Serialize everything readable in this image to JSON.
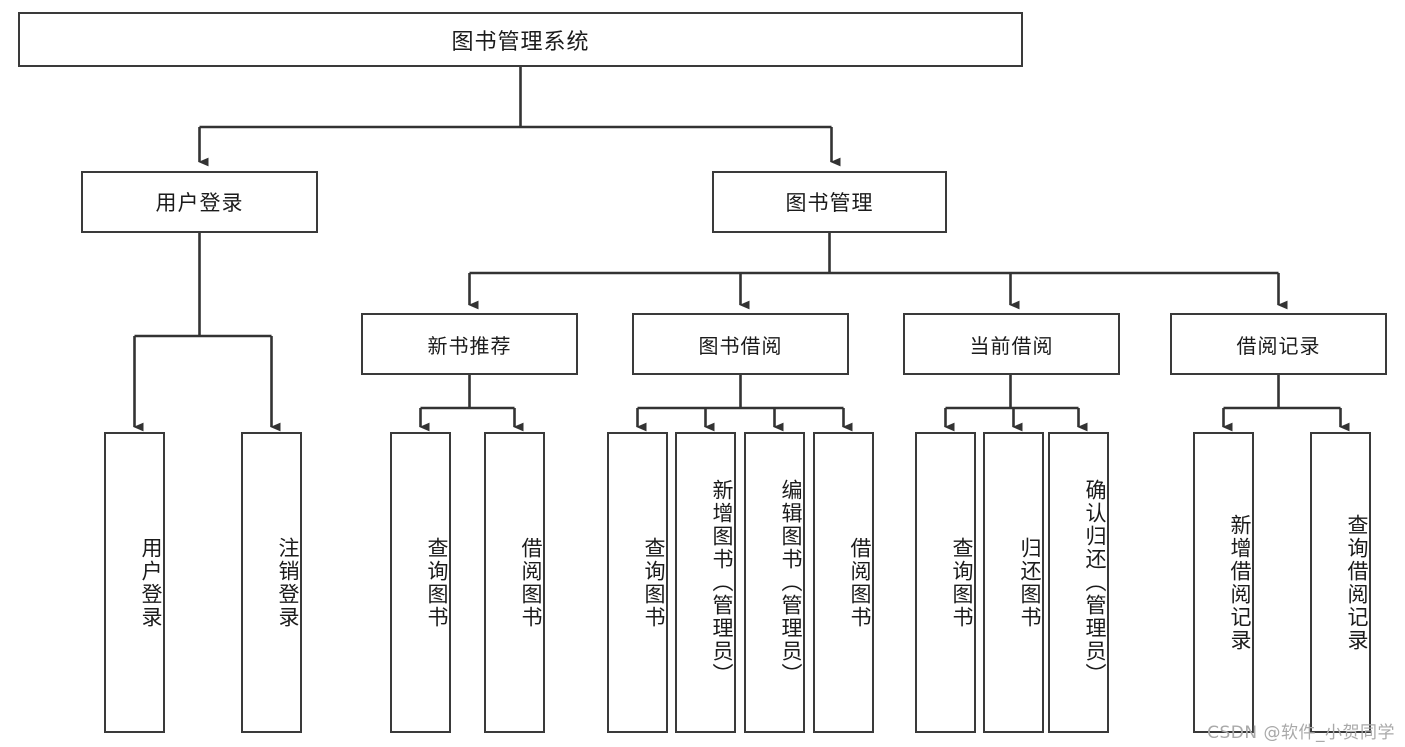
{
  "diagram": {
    "type": "tree",
    "title": "图书管理系统",
    "root": {
      "id": "root",
      "label": "图书管理系统"
    },
    "level2": [
      {
        "id": "user-login",
        "label": "用户登录"
      },
      {
        "id": "book-management",
        "label": "图书管理"
      }
    ],
    "level3": [
      {
        "id": "new-book-recommend",
        "label": "新书推荐",
        "parent": "book-management"
      },
      {
        "id": "book-borrow",
        "label": "图书借阅",
        "parent": "book-management"
      },
      {
        "id": "current-borrow",
        "label": "当前借阅",
        "parent": "book-management"
      },
      {
        "id": "borrow-record",
        "label": "借阅记录",
        "parent": "book-management"
      }
    ],
    "leaves": [
      {
        "id": "leaf-user-login",
        "label": "用户登录",
        "parent": "user-login"
      },
      {
        "id": "leaf-logout",
        "label": "注销登录",
        "parent": "user-login"
      },
      {
        "id": "leaf-query-book-1",
        "label": "查询图书",
        "parent": "new-book-recommend"
      },
      {
        "id": "leaf-borrow-book-1",
        "label": "借阅图书",
        "parent": "new-book-recommend"
      },
      {
        "id": "leaf-query-book-2",
        "label": "查询图书",
        "parent": "book-borrow"
      },
      {
        "id": "leaf-add-book",
        "label": "新增图书（管理员）",
        "parent": "book-borrow"
      },
      {
        "id": "leaf-edit-book",
        "label": "编辑图书（管理员）",
        "parent": "book-borrow"
      },
      {
        "id": "leaf-borrow-book-2",
        "label": "借阅图书",
        "parent": "book-borrow"
      },
      {
        "id": "leaf-query-book-3",
        "label": "查询图书",
        "parent": "current-borrow"
      },
      {
        "id": "leaf-return-book",
        "label": "归还图书",
        "parent": "current-borrow"
      },
      {
        "id": "leaf-confirm-return",
        "label": "确认归还（管理员）",
        "parent": "current-borrow"
      },
      {
        "id": "leaf-add-record",
        "label": "新增借阅记录",
        "parent": "borrow-record"
      },
      {
        "id": "leaf-query-record",
        "label": "查询借阅记录",
        "parent": "borrow-record"
      }
    ],
    "colors": {
      "box_border": "#3a3a3a",
      "box_fill": "#ffffff",
      "connector": "#333333",
      "text": "#1b1b1b",
      "background": "#ffffff",
      "watermark": "#a9a9a9"
    }
  },
  "watermark": {
    "text": "CSDN @软件_小贺同学"
  }
}
